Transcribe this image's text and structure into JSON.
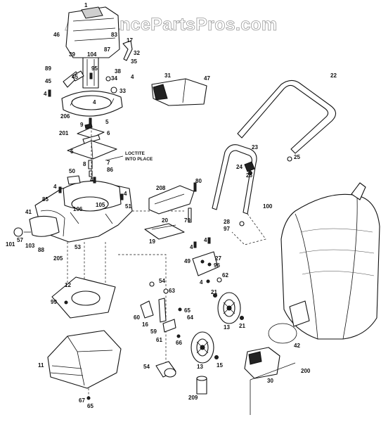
{
  "watermark": "AppliancePartsPros.com",
  "note": {
    "line1": "LOCTITE",
    "line2": "INTO PLACE"
  },
  "callouts": [
    {
      "id": "c1",
      "text": "1"
    },
    {
      "id": "c46",
      "text": "46"
    },
    {
      "id": "c83",
      "text": "83"
    },
    {
      "id": "c87",
      "text": "87"
    },
    {
      "id": "c39",
      "text": "39"
    },
    {
      "id": "c104",
      "text": "104"
    },
    {
      "id": "c17",
      "text": "17"
    },
    {
      "id": "c32",
      "text": "32"
    },
    {
      "id": "c35",
      "text": "35"
    },
    {
      "id": "c89",
      "text": "89"
    },
    {
      "id": "c45a",
      "text": "45"
    },
    {
      "id": "c45b",
      "text": "45"
    },
    {
      "id": "c95",
      "text": "95"
    },
    {
      "id": "c38",
      "text": "38"
    },
    {
      "id": "c34",
      "text": "34"
    },
    {
      "id": "c4a",
      "text": "4"
    },
    {
      "id": "c4b",
      "text": "4"
    },
    {
      "id": "c33",
      "text": "33"
    },
    {
      "id": "c4c",
      "text": "4"
    },
    {
      "id": "c31",
      "text": "31"
    },
    {
      "id": "c47",
      "text": "47"
    },
    {
      "id": "c22",
      "text": "22"
    },
    {
      "id": "c206",
      "text": "206"
    },
    {
      "id": "c9",
      "text": "9"
    },
    {
      "id": "c5a",
      "text": "5"
    },
    {
      "id": "c201",
      "text": "201"
    },
    {
      "id": "c6",
      "text": "6"
    },
    {
      "id": "c5b",
      "text": "5"
    },
    {
      "id": "c7",
      "text": "7"
    },
    {
      "id": "c86",
      "text": "86"
    },
    {
      "id": "c8",
      "text": "8"
    },
    {
      "id": "c23",
      "text": "23"
    },
    {
      "id": "c25",
      "text": "25"
    },
    {
      "id": "c24",
      "text": "24"
    },
    {
      "id": "c26",
      "text": "26"
    },
    {
      "id": "c50",
      "text": "50"
    },
    {
      "id": "c4d",
      "text": "4"
    },
    {
      "id": "c4e",
      "text": "4"
    },
    {
      "id": "c208",
      "text": "208"
    },
    {
      "id": "c80",
      "text": "80"
    },
    {
      "id": "c4f",
      "text": "4"
    },
    {
      "id": "c85",
      "text": "85"
    },
    {
      "id": "c106",
      "text": "106"
    },
    {
      "id": "c105",
      "text": "105"
    },
    {
      "id": "c51",
      "text": "51"
    },
    {
      "id": "c41",
      "text": "41"
    },
    {
      "id": "c100",
      "text": "100"
    },
    {
      "id": "c79",
      "text": "79"
    },
    {
      "id": "c28",
      "text": "28"
    },
    {
      "id": "c97",
      "text": "97"
    },
    {
      "id": "c20",
      "text": "20"
    },
    {
      "id": "c101",
      "text": "101"
    },
    {
      "id": "c57",
      "text": "57"
    },
    {
      "id": "c103",
      "text": "103"
    },
    {
      "id": "c88",
      "text": "88"
    },
    {
      "id": "c53",
      "text": "53"
    },
    {
      "id": "c19",
      "text": "19"
    },
    {
      "id": "c4g",
      "text": "4"
    },
    {
      "id": "c4h",
      "text": "4"
    },
    {
      "id": "c27",
      "text": "27"
    },
    {
      "id": "c205",
      "text": "205"
    },
    {
      "id": "c49",
      "text": "49"
    },
    {
      "id": "c96",
      "text": "96"
    },
    {
      "id": "c62",
      "text": "62"
    },
    {
      "id": "c54a",
      "text": "54"
    },
    {
      "id": "c4i",
      "text": "4"
    },
    {
      "id": "c63",
      "text": "63"
    },
    {
      "id": "c21a",
      "text": "21"
    },
    {
      "id": "c12",
      "text": "12"
    },
    {
      "id": "c60",
      "text": "60"
    },
    {
      "id": "c64",
      "text": "64"
    },
    {
      "id": "c65a",
      "text": "65"
    },
    {
      "id": "c16",
      "text": "16"
    },
    {
      "id": "c59",
      "text": "59"
    },
    {
      "id": "c99",
      "text": "99"
    },
    {
      "id": "c13a",
      "text": "13"
    },
    {
      "id": "c21b",
      "text": "21"
    },
    {
      "id": "c61",
      "text": "61"
    },
    {
      "id": "c66",
      "text": "66"
    },
    {
      "id": "c42",
      "text": "42"
    },
    {
      "id": "c11",
      "text": "11"
    },
    {
      "id": "c54b",
      "text": "54"
    },
    {
      "id": "c13b",
      "text": "13"
    },
    {
      "id": "c15",
      "text": "15"
    },
    {
      "id": "c30",
      "text": "30"
    },
    {
      "id": "c200",
      "text": "200"
    },
    {
      "id": "c209",
      "text": "209"
    },
    {
      "id": "c67",
      "text": "67"
    },
    {
      "id": "c65b",
      "text": "65"
    }
  ]
}
